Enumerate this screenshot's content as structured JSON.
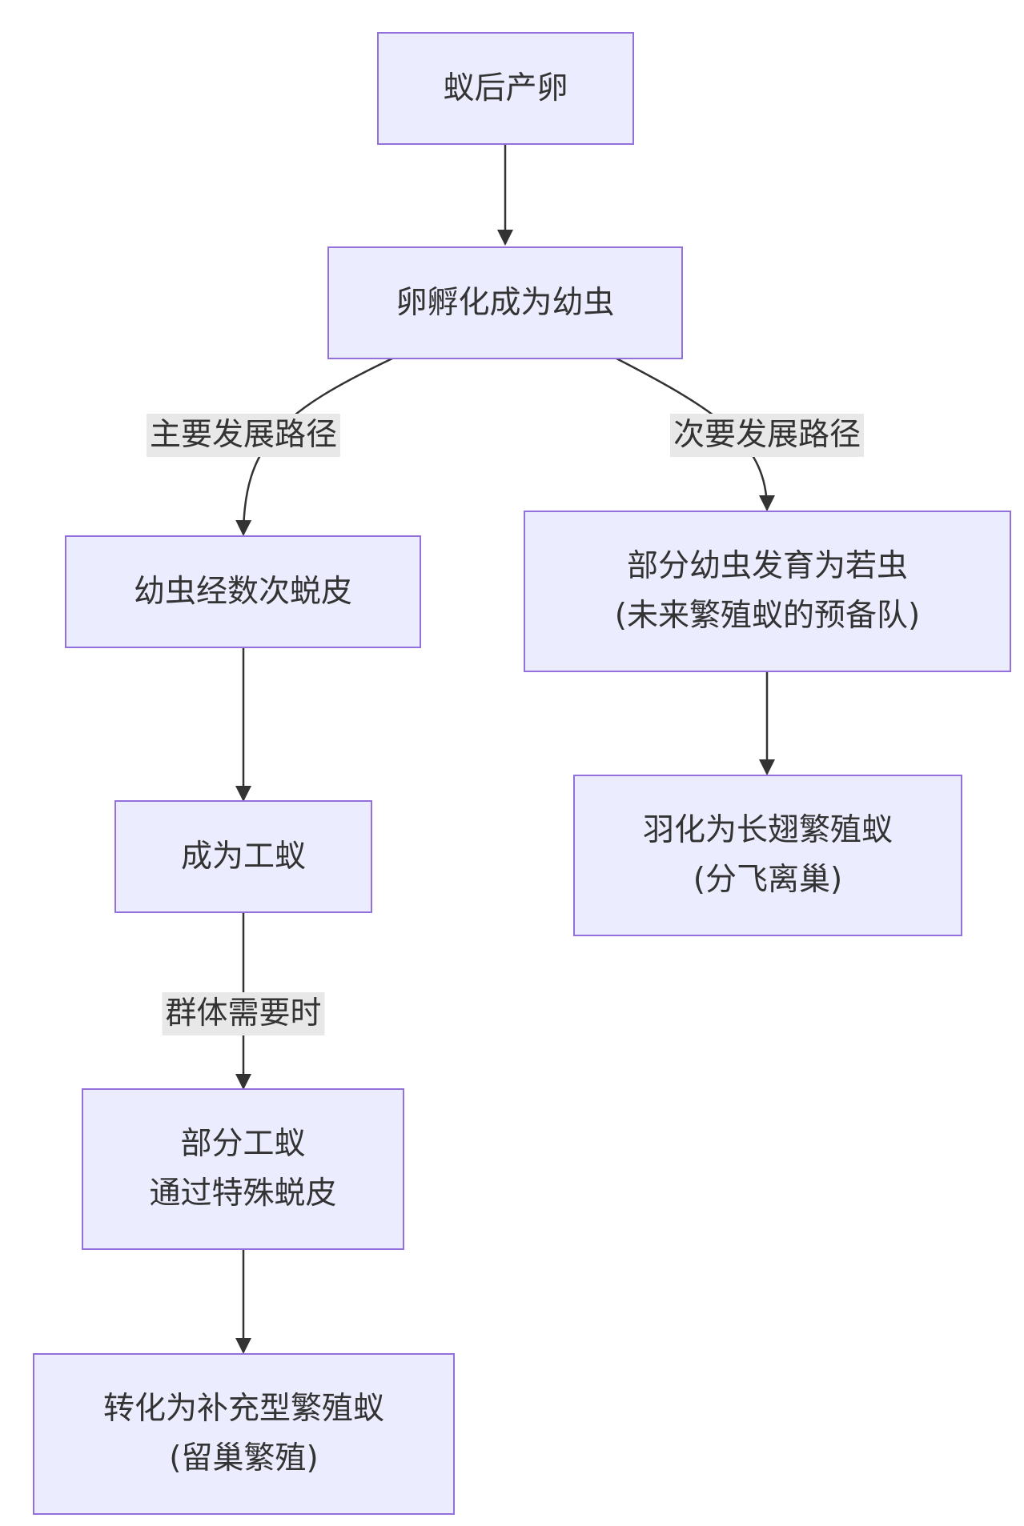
{
  "nodes": {
    "queen_lays_eggs": [
      "蚁后产卵"
    ],
    "egg_hatches": [
      "卵孵化成为幼虫"
    ],
    "larva_molts": [
      "幼虫经数次蜕皮"
    ],
    "becomes_worker": [
      "成为工蚁"
    ],
    "worker_special_molt": [
      "部分工蚁",
      "通过特殊蜕皮"
    ],
    "supplementary_reproductive": [
      "转化为补充型繁殖蚁",
      "(留巢繁殖)"
    ],
    "some_larvae_to_nymphs": [
      "部分幼虫发育为若虫",
      "(未来繁殖蚁的预备队)"
    ],
    "winged_reproductive": [
      "羽化为长翅繁殖蚁",
      "(分飞离巢)"
    ]
  },
  "edge_labels": {
    "primary_path": "主要发展路径",
    "secondary_path": "次要发展路径",
    "colony_needs": "群体需要时"
  },
  "colors": {
    "node_fill": "#ececff",
    "node_border": "#9370db",
    "edge": "#333333",
    "label_bg": "#e8e8e8",
    "text": "#333333"
  }
}
